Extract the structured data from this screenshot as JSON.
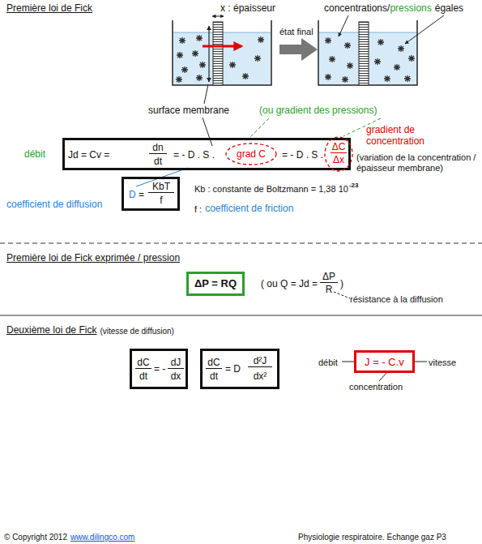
{
  "diagram": {
    "title": "Première loi de Fick",
    "caption": "Physiologie respiratoire. Échange gaz P3",
    "nodes": [
      {
        "text": [
          "Jd = Cv =",
          "dn",
          "dt",
          "= - D . S .",
          "= - D . S ."
        ]
      },
      {
        "text": [
          "grad C"
        ],
        "in": 0
      },
      {
        "text": [
          "ΔC",
          "Δx"
        ],
        "in": 0
      },
      {
        "text": [
          "D",
          "=",
          "KbT",
          "f"
        ]
      },
      {
        "text": [
          "ΔP = RQ"
        ]
      },
      {
        "text": [
          "dC",
          "dt",
          "= -",
          "dJ",
          "dx"
        ]
      },
      {
        "text": [
          "dC",
          "dt",
          "= D",
          "d²J",
          "dx²"
        ]
      },
      {
        "text": [
          "J = - C.v"
        ]
      }
    ],
    "labels": [
      "x : épaisseur",
      "concentrations/",
      "pressions",
      "égales",
      "état final",
      "surface membrane",
      "(ou gradient des pressions)",
      "gradient de concentration",
      "(variation de la concentration / épaisseur membrane)",
      "débit",
      "coefficient de diffusion",
      "Kb : constante de Boltzmann = 1,38 10",
      "-23",
      "f :",
      "coefficient de friction",
      "Première loi de Fick exprimée / pression",
      "( ou Q = Jd =",
      "ΔP",
      "R",
      ")",
      "résistance à la diffusion",
      "Deuxième loi de Fick",
      "(vitesse de diffusion)",
      "débit",
      "vitesse",
      "concentration",
      "© Copyright 2012",
      "www.dilingco.com"
    ]
  }
}
